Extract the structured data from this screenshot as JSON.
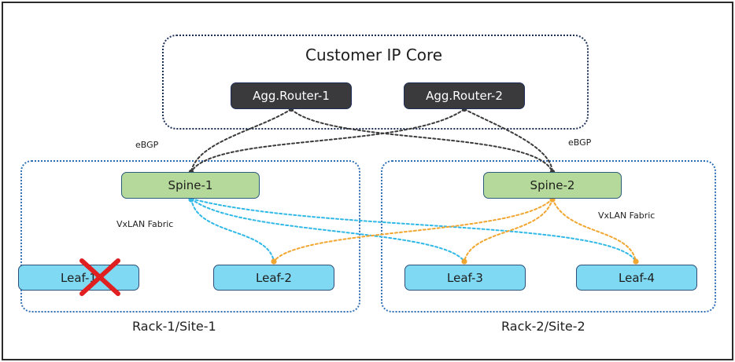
{
  "core": {
    "title": "Customer IP Core"
  },
  "routers": [
    {
      "label": "Agg.Router-1"
    },
    {
      "label": "Agg.Router-2"
    }
  ],
  "spines": [
    {
      "label": "Spine-1"
    },
    {
      "label": "Spine-2"
    }
  ],
  "leaves": [
    {
      "label": "Leaf-1",
      "status": "failed"
    },
    {
      "label": "Leaf-2"
    },
    {
      "label": "Leaf-3"
    },
    {
      "label": "Leaf-4"
    }
  ],
  "labels": {
    "ebgp_left": "eBGP",
    "ebgp_right": "eBGP",
    "fabric_left": "VxLAN Fabric",
    "fabric_right": "VxLAN Fabric"
  },
  "sites": [
    {
      "title": "Rack-1/Site-1"
    },
    {
      "title": "Rack-2/Site-2"
    }
  ],
  "colors": {
    "ebgp_link": "#3a3a3a",
    "spine1_link": "#2fb8e8",
    "spine2_link": "#f2a630",
    "failure_mark": "#e02020",
    "router_fill": "#3a3a3c",
    "spine_fill": "#b5d99a",
    "leaf_fill": "#7fd9f2"
  }
}
